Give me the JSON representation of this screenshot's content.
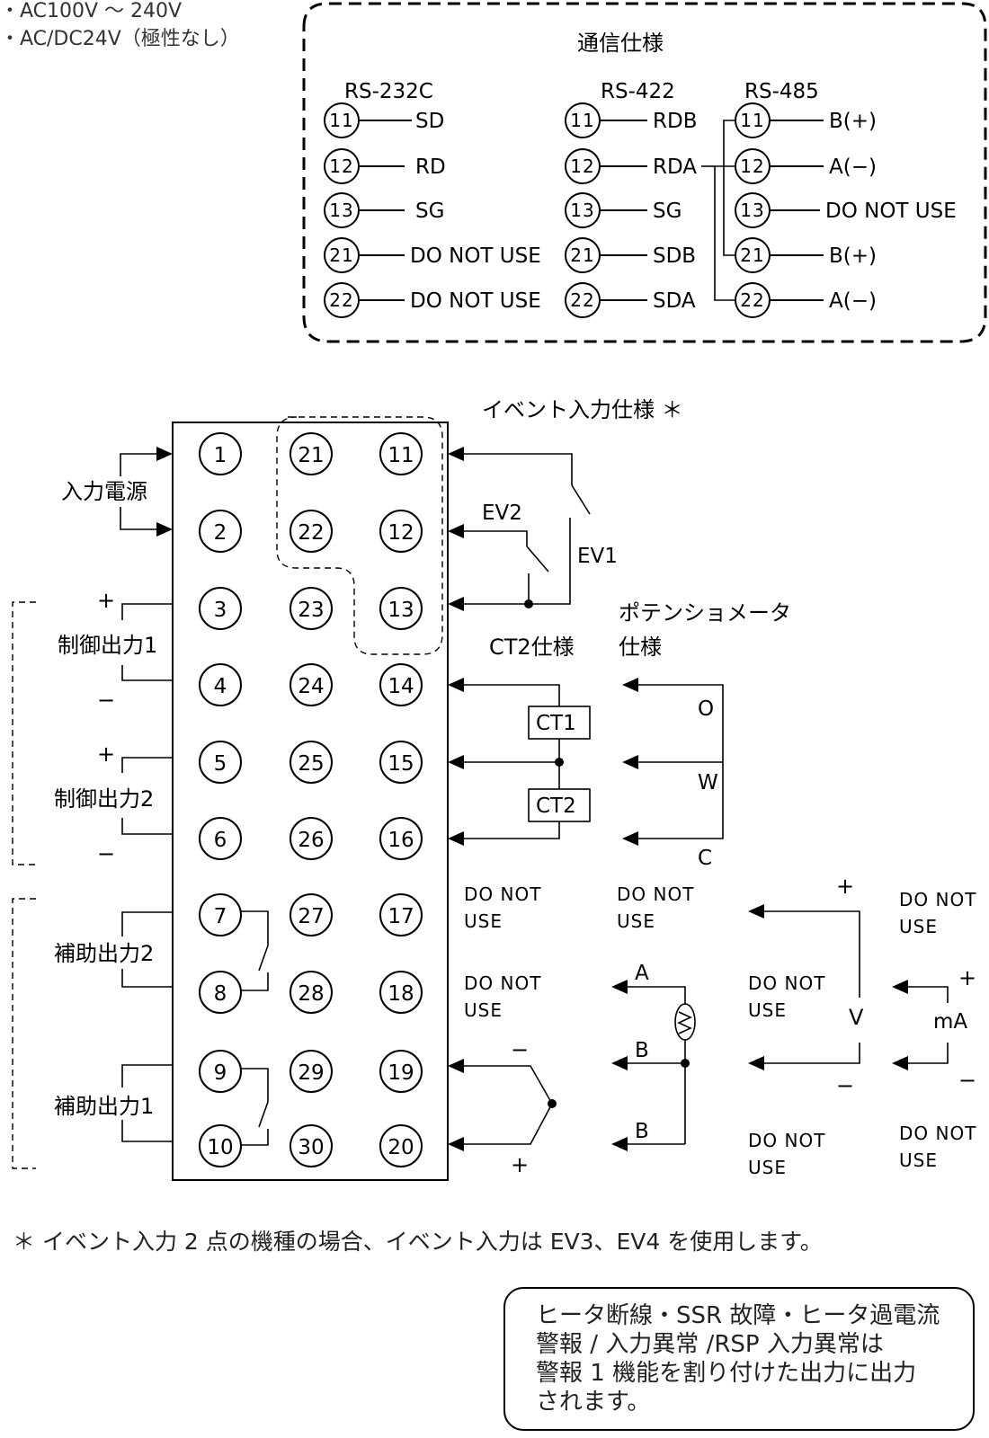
{
  "power_spec": {
    "line1": "・AC100V 〜 240V",
    "line2": "・AC/DC24V（極性なし）"
  },
  "comm": {
    "title": "通信仕様",
    "rs232c": {
      "label": "RS-232C",
      "pins": [
        {
          "n": "11",
          "s": "SD"
        },
        {
          "n": "12",
          "s": "RD"
        },
        {
          "n": "13",
          "s": "SG"
        },
        {
          "n": "21",
          "s": "DO NOT USE"
        },
        {
          "n": "22",
          "s": "DO NOT USE"
        }
      ]
    },
    "rs422": {
      "label": "RS-422",
      "pins": [
        {
          "n": "11",
          "s": "RDB"
        },
        {
          "n": "12",
          "s": "RDA"
        },
        {
          "n": "13",
          "s": "SG"
        },
        {
          "n": "21",
          "s": "SDB"
        },
        {
          "n": "22",
          "s": "SDA"
        }
      ]
    },
    "rs485": {
      "label": "RS-485",
      "pins": [
        {
          "n": "11",
          "s": "B(+)"
        },
        {
          "n": "12",
          "s": "A(−)"
        },
        {
          "n": "13",
          "s": "DO NOT USE"
        },
        {
          "n": "21",
          "s": "B(+)"
        },
        {
          "n": "22",
          "s": "A(−)"
        }
      ]
    }
  },
  "terminals": {
    "col1": [
      "1",
      "2",
      "3",
      "4",
      "5",
      "6",
      "7",
      "8",
      "9",
      "10"
    ],
    "col2": [
      "21",
      "22",
      "23",
      "24",
      "25",
      "26",
      "27",
      "28",
      "29",
      "30"
    ],
    "col3": [
      "11",
      "12",
      "13",
      "14",
      "15",
      "16",
      "17",
      "18",
      "19",
      "20"
    ]
  },
  "left_labels": {
    "power_input": "入力電源",
    "control_output1": "制御出力1",
    "control_output2": "制御出力2",
    "aux_output2": "補助出力2",
    "aux_output1": "補助出力1",
    "plus": "+",
    "minus": "−"
  },
  "event": {
    "title": "イベント入力仕様 ＊",
    "ev1": "EV1",
    "ev2": "EV2"
  },
  "ct2": {
    "title": "CT2仕様",
    "ct1": "CT1",
    "ct2": "CT2"
  },
  "pot": {
    "title_line1": "ポテンショメータ",
    "title_line2": "仕様",
    "o": "O",
    "w": "W",
    "c": "C"
  },
  "do_not_use": {
    "line1": "DO NOT",
    "line2": "USE"
  },
  "input": {
    "a": "A",
    "b1": "B",
    "b2": "B",
    "v": "V",
    "ma": "mA",
    "plus": "+",
    "minus": "−"
  },
  "footnote": "＊ イベント入力 2 点の機種の場合、イベント入力は EV3、EV4 を使用します。",
  "note": {
    "line1": "ヒータ断線・SSR 故障・ヒータ過電流",
    "line2": "警報 / 入力異常 /RSP 入力異常は",
    "line3": "警報 1 機能を割り付けた出力に出力",
    "line4": "されます。"
  }
}
